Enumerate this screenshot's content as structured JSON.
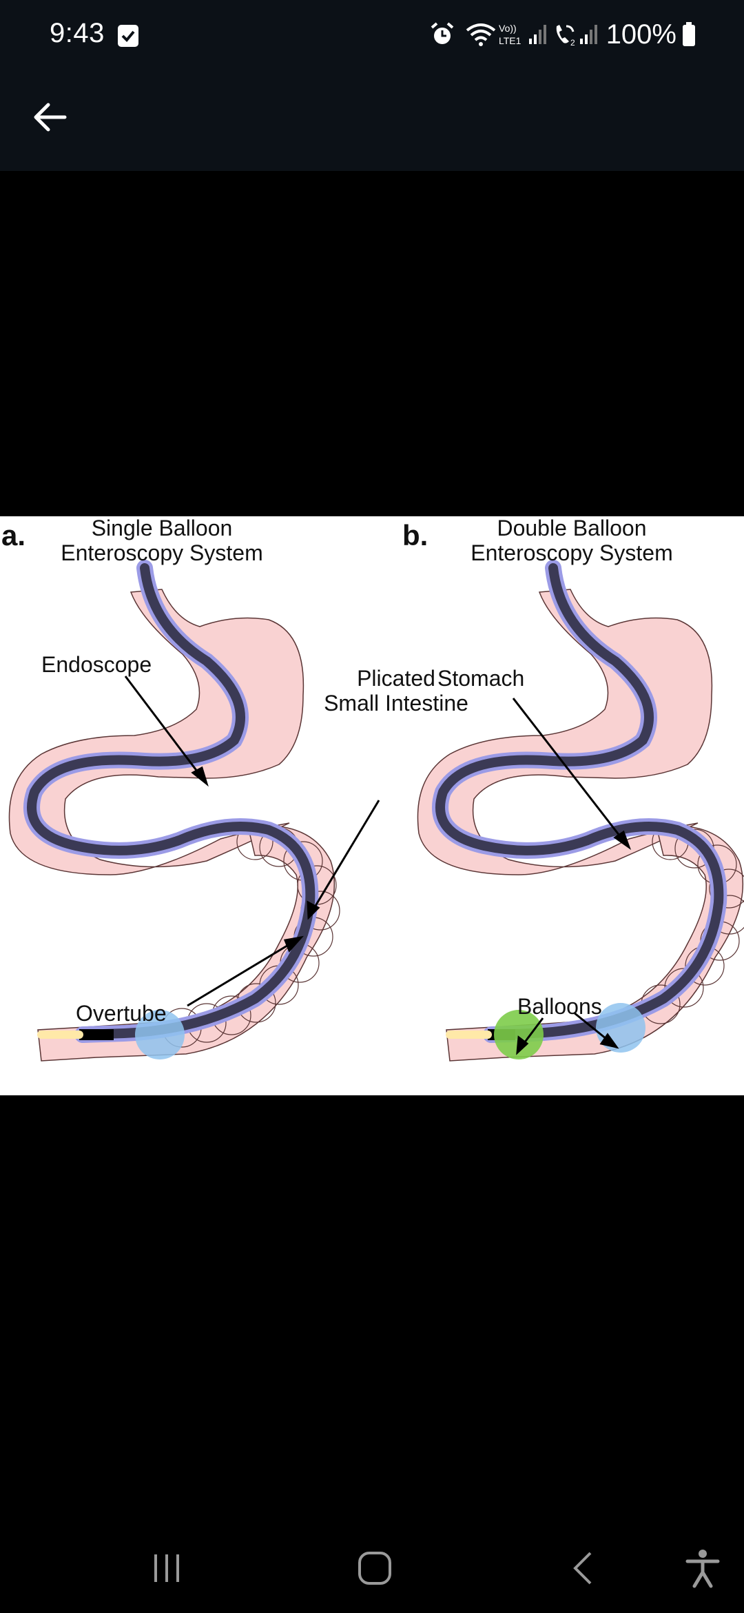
{
  "status_bar": {
    "time": "9:43",
    "network_label_top": "Vo))",
    "network_label_bottom": "LTE1",
    "sim2_label": "2",
    "battery": "100%"
  },
  "figure": {
    "panel_a": {
      "letter": "a.",
      "title_line1": "Single Balloon",
      "title_line2": "Enteroscopy System",
      "label_endoscope": "Endoscope",
      "label_plicated_line1": "Plicated",
      "label_plicated_line2": "Small Intestine",
      "label_overtube": "Overtube"
    },
    "panel_b": {
      "letter": "b.",
      "title_line1": "Double Balloon",
      "title_line2": "Enteroscopy System",
      "label_stomach": "Stomach",
      "label_balloons": "Balloons"
    }
  },
  "colors": {
    "tissue": "#f9d2d2",
    "scope_dark": "#3b3a55",
    "scope_halo": "#8f8fd8",
    "balloon_blue": "#8fc3ee",
    "balloon_green": "#7dcc4a",
    "bar_bg": "#0c1117"
  }
}
